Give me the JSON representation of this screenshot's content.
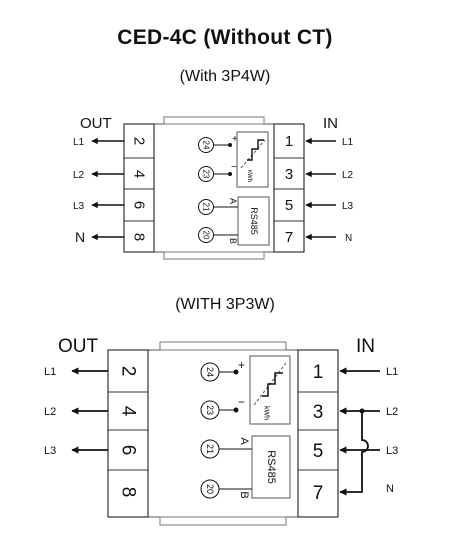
{
  "page": {
    "title": "CED-4C  (Without CT)",
    "subtitle_top": "(With 3P4W)",
    "subtitle_bottom": "(WITH 3P3W)"
  },
  "colors": {
    "line": "#111111",
    "box_stroke": "#555555",
    "background": "#ffffff"
  },
  "diagram_top": {
    "out_label": "OUT",
    "in_label": "IN",
    "left_lines": [
      "L1",
      "L2",
      "L3",
      "N"
    ],
    "right_lines": [
      "L1",
      "L2",
      "L3",
      "N"
    ],
    "left_terminals": [
      "2",
      "4",
      "6",
      "8"
    ],
    "right_terminals": [
      "1",
      "3",
      "5",
      "7"
    ],
    "pulse_terminals": [
      "24",
      "23"
    ],
    "pulse_signs": [
      "+",
      "−"
    ],
    "rs485_terminals": [
      "21",
      "20"
    ],
    "rs485_pins": [
      "A",
      "B"
    ],
    "rs485_label": "RS485",
    "kwh_label": "kWh"
  },
  "diagram_bottom": {
    "out_label": "OUT",
    "in_label": "IN",
    "left_lines": [
      "L1",
      "L2",
      "L3"
    ],
    "right_lines": [
      "L1",
      "L2",
      "L3",
      "N"
    ],
    "left_terminals": [
      "2",
      "4",
      "6",
      "8"
    ],
    "right_terminals": [
      "1",
      "3",
      "5",
      "7"
    ],
    "pulse_terminals": [
      "24",
      "23"
    ],
    "pulse_signs": [
      "+",
      "−"
    ],
    "rs485_terminals": [
      "21",
      "20"
    ],
    "rs485_pins": [
      "A",
      "B"
    ],
    "rs485_label": "RS485",
    "kwh_label": "kWh"
  }
}
